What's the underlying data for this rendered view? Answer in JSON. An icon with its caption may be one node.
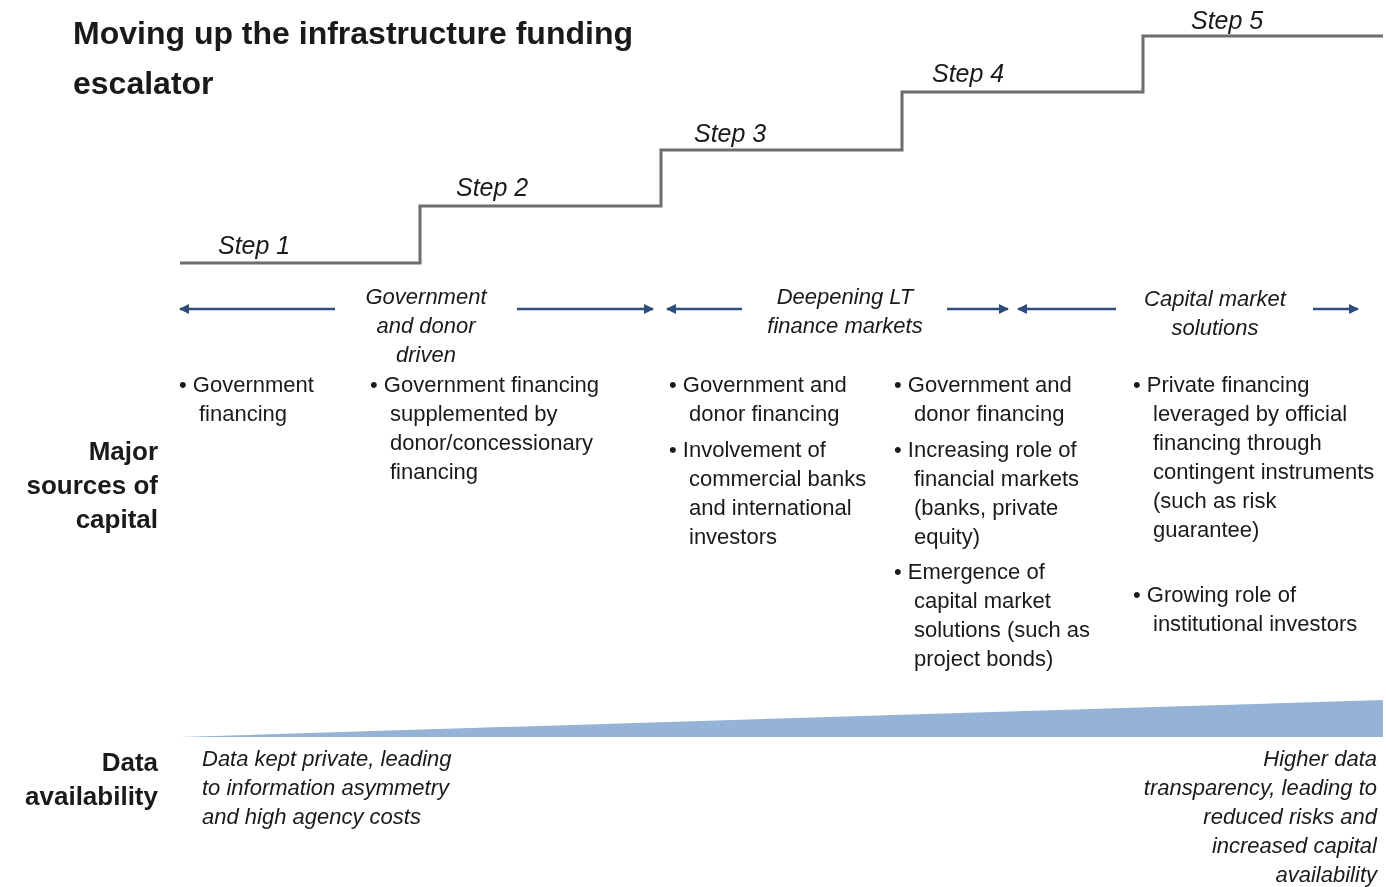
{
  "diagram": {
    "title": "Moving up the infrastructure funding escalator",
    "labels": [
      "Step 1",
      "Step 2",
      "Step 3",
      "Step 4",
      "Step 5",
      "Government and donor driven",
      "Deepening LT finance markets",
      "Capital market solutions",
      "Major sources of capital",
      "• Government financing",
      "• Government financing supplemented by donor/concessionary financing",
      "• Government and donor financing",
      "• Involvement of commercial banks and international investors",
      "• Government and donor financing",
      "• Increasing role of financial markets (banks, private equity)",
      "• Emergence of capital market solutions (such as project bonds)",
      "• Private financing leveraged by official financing through contingent instruments (such as risk guarantee)",
      "• Growing role of institutional investors",
      "Data availability",
      "Data kept private, leading to information asymmetry and high agency costs",
      "Higher data transparency, leading to reduced risks and increased capital availability"
    ]
  }
}
